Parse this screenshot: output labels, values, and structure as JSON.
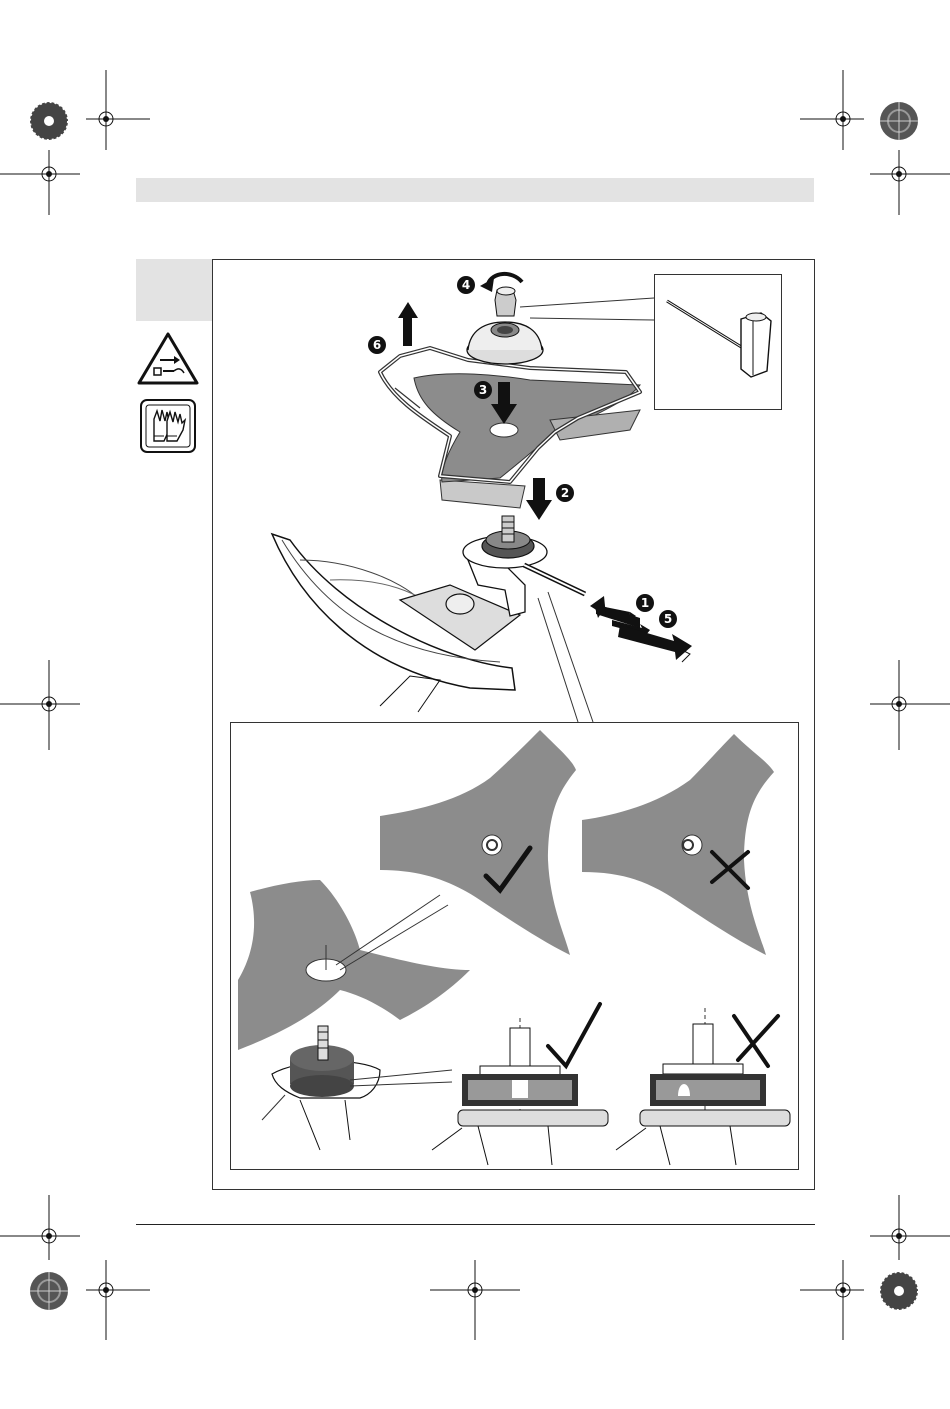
{
  "steps": {
    "s1": "1",
    "s2": "2",
    "s3": "3",
    "s4": "4",
    "s5": "5",
    "s6": "6"
  },
  "icons": {
    "warning": "projectile-warning-icon",
    "gloves": "wear-gloves-icon"
  },
  "colors": {
    "header": "#e3e3e3",
    "blade": "#8c8c8c",
    "blade_light": "#c9c9c9",
    "ink": "#111111"
  }
}
